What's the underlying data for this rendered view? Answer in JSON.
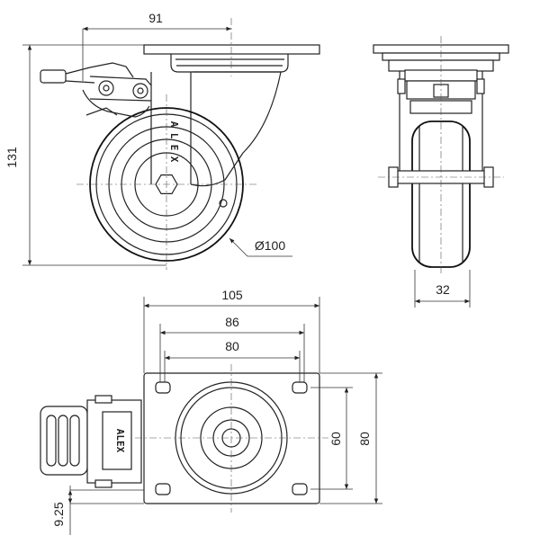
{
  "dimensions": {
    "top_width": "91",
    "height": "131",
    "wheel_diameter": "Ø100",
    "wheel_width": "32",
    "plate_length": "105",
    "hole_spacing_outer": "86",
    "hole_spacing_inner": "80",
    "plate_hole_spacing_y": "60",
    "plate_width": "80",
    "offset": "9.25"
  },
  "brand": {
    "side_view": [
      "A",
      "L",
      "E",
      "X"
    ],
    "top_view": "ALEX"
  }
}
